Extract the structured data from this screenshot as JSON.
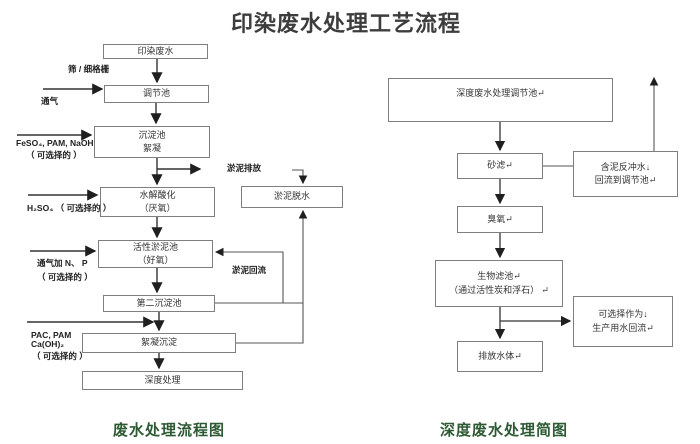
{
  "title": "印染废水处理工艺流程",
  "colors": {
    "caption_green": "#2d5a34",
    "line_dark": "#333333",
    "box_border": "#7f7f7f",
    "title_gray": "#3d3d3d"
  },
  "left_chart": {
    "caption": "废水处理流程图",
    "boxes": {
      "influent": "印染废水",
      "regulating": "调节池",
      "sedimentation_l1": "沉淀池",
      "sedimentation_l2": "絮凝",
      "hydrolysis_l1": "水解酸化",
      "hydrolysis_l2": "（厌氧）",
      "activated_l1": "活性淤泥池",
      "activated_l2": "（好氧）",
      "secondary": "第二沉淀池",
      "coagulation": "絮凝沉淀",
      "advanced": "深度处理",
      "dewatering": "淤泥脱水"
    },
    "labels": {
      "screen": "筛 / 细格栅",
      "aeration": "通气",
      "feso4": "FeSO₄, PAM, NaOH",
      "optional1": "（ 可选择的 ）",
      "h2so4": "H₂SO₄ （ 可选择的 ）",
      "aeration_np": "通气加 N、 P",
      "optional2": "（ 可选择的 ）",
      "pac_l1": "PAC, PAM",
      "pac_l2": "Ca(OH)₂",
      "optional3": "（ 可选择的 ）",
      "sludge_discharge": "淤泥排放",
      "sludge_return": "淤泥回流"
    }
  },
  "right_chart": {
    "caption": "深度废水处理简图",
    "boxes": {
      "regulating": "深度废水处理调节池↵",
      "sand_filter": "砂滤↵",
      "backwash_l1": "含泥反冲水↓",
      "backwash_l2": "回流到调节池↵",
      "ozone": "臭氧↵",
      "biofilter_l1": "生物滤池↵",
      "biofilter_l2": "（通过活性炭和浮石） ↵",
      "reuse_l1": "可选择作为↓",
      "reuse_l2": "生产用水回流↵",
      "discharge": "排放水体↵"
    }
  }
}
